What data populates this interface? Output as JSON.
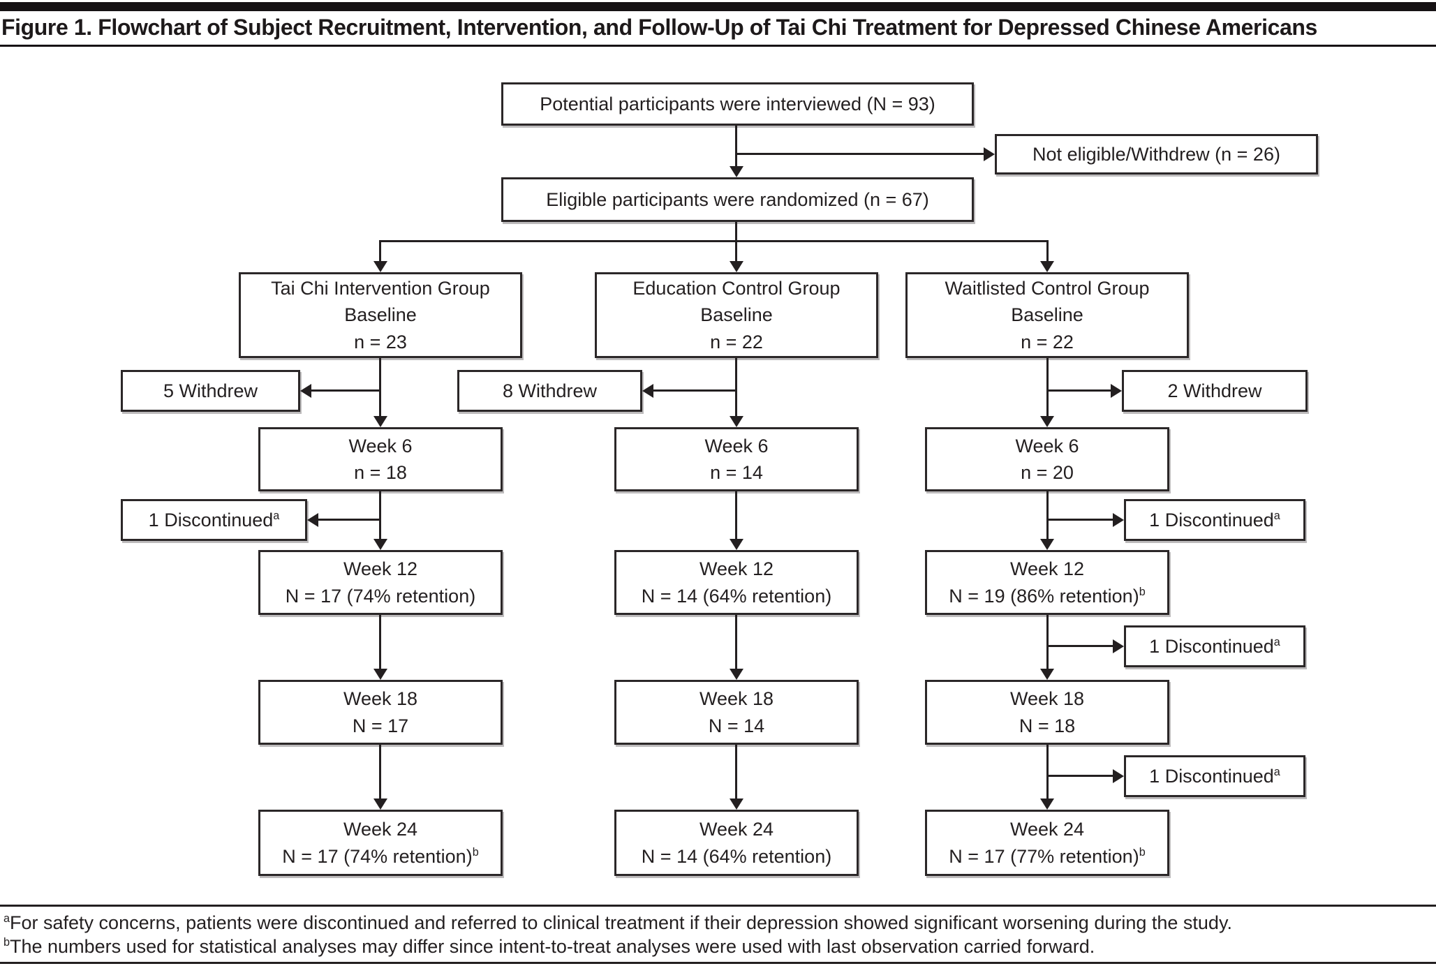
{
  "figure_title": "Figure 1. Flowchart of Subject Recruitment, Intervention, and Follow-Up of Tai Chi Treatment for Depressed Chinese Americans",
  "flow": {
    "interviewed": "Potential participants were interviewed (N = 93)",
    "not_eligible": "Not eligible/Withdrew (n = 26)",
    "randomized": "Eligible participants were randomized (n = 67)"
  },
  "groups": {
    "taichi": {
      "name": "Tai Chi Intervention Group",
      "phase": "Baseline",
      "n": "n = 23"
    },
    "education": {
      "name": "Education Control Group",
      "phase": "Baseline",
      "n": "n = 22"
    },
    "waitlist": {
      "name": "Waitlisted Control Group",
      "phase": "Baseline",
      "n": "n = 22"
    }
  },
  "attrition": {
    "taichi_withdrew": "5 Withdrew",
    "education_withdrew": "8 Withdrew",
    "waitlist_withdrew": "2 Withdrew",
    "discontinued": "1 Discontinued",
    "discontinued_sup": "a"
  },
  "timepoints": {
    "taichi": {
      "week6": {
        "label": "Week 6",
        "n": "n = 18"
      },
      "week12": {
        "label": "Week 12",
        "n": "N = 17 (74% retention)"
      },
      "week18": {
        "label": "Week 18",
        "n": "N = 17"
      },
      "week24": {
        "label": "Week 24",
        "n": "N = 17 (74% retention)",
        "sup": "b"
      }
    },
    "education": {
      "week6": {
        "label": "Week 6",
        "n": "n = 14"
      },
      "week12": {
        "label": "Week 12",
        "n": "N = 14 (64% retention)"
      },
      "week18": {
        "label": "Week 18",
        "n": "N = 14"
      },
      "week24": {
        "label": "Week 24",
        "n": "N = 14 (64% retention)"
      }
    },
    "waitlist": {
      "week6": {
        "label": "Week 6",
        "n": "n = 20"
      },
      "week12": {
        "label": "Week 12",
        "n": "N = 19 (86% retention)",
        "sup": "b"
      },
      "week18": {
        "label": "Week 18",
        "n": "N = 18"
      },
      "week24": {
        "label": "Week 24",
        "n": "N = 17 (77% retention)",
        "sup": "b"
      }
    }
  },
  "footnotes": [
    {
      "sup": "a",
      "text": "For safety concerns, patients were discontinued and referred to clinical treatment if their depression showed significant worsening during the study."
    },
    {
      "sup": "b",
      "text": "The numbers used for statistical analyses may differ since intent-to-treat analyses were used with last observation carried forward."
    }
  ]
}
